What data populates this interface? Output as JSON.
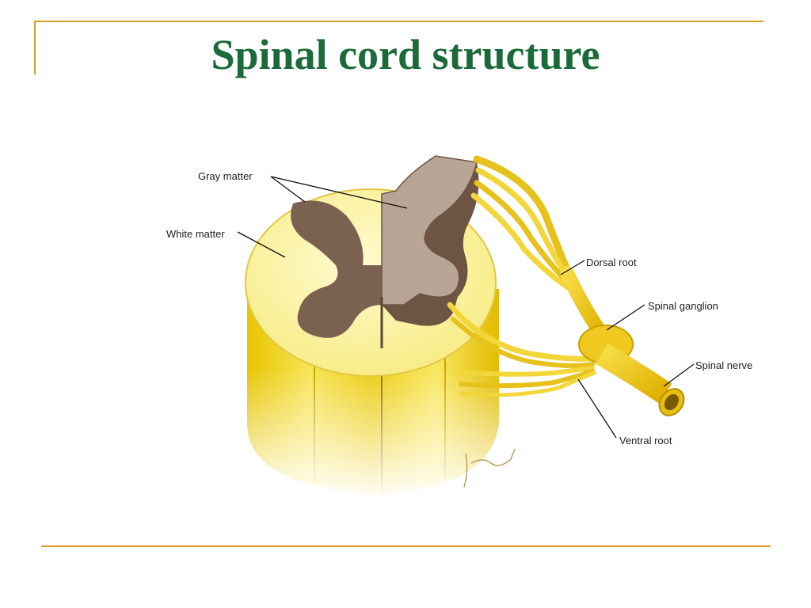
{
  "slide": {
    "title": "Spinal cord structure"
  },
  "diagram": {
    "labels": {
      "gray_matter": "Gray matter",
      "white_matter": "White matter",
      "dorsal_root": "Dorsal root",
      "spinal_ganglion": "Spinal ganglion",
      "spinal_nerve": "Spinal nerve",
      "ventral_root": "Ventral root"
    }
  },
  "colors": {
    "title": "#1a6a3a",
    "rule": "#d4a02a",
    "white_matter": "#fbf39a",
    "gray_matter": "#7b6250",
    "cut_face": "#b8a595",
    "nerve": "#f2cf2c"
  }
}
